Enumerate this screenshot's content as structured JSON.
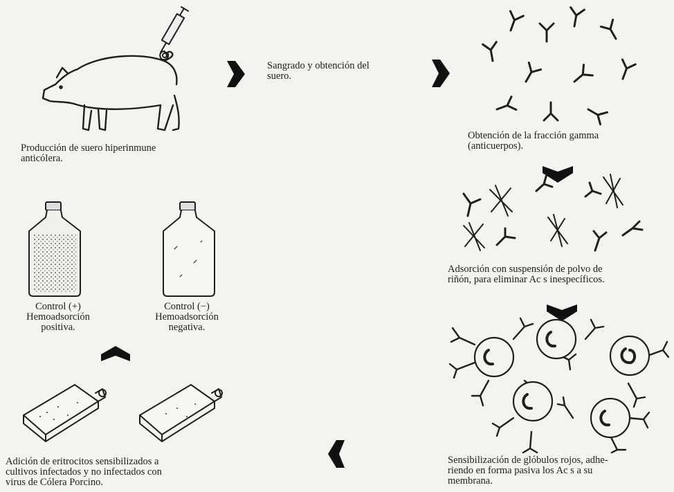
{
  "steps": {
    "step1": {
      "caption": "Producción de suero hiperinmune\nanticólera."
    },
    "step2": {
      "caption": "Sangrado y obtención del\nsuero."
    },
    "step3": {
      "caption": "Obtención de la fracción gamma\n(anticuerpos)."
    },
    "step4": {
      "caption": "Adsorción con suspensión de polvo de\nriñón, para eliminar Ac s inespecíficos."
    },
    "step5": {
      "caption": "Sensibilización de glóbulos rojos, adhe-\nriendo en forma pasiva los Ac s a su\nmembrana."
    },
    "step6": {
      "caption": "Adición de eritrocitos sensibilizados a\ncultivos infectados y no infectados con\nvirus de Cólera Porcino."
    }
  },
  "controls": {
    "positive": {
      "label": "Control (+)\nHemoadsorción\npositiva."
    },
    "negative": {
      "label": "Control (−)\nHemoadsorción\nnegativa."
    }
  },
  "icons": [
    "syringe-icon",
    "pig-icon",
    "antibody-icon",
    "red-blood-cell-icon",
    "flask-icon",
    "culture-bottle-icon",
    "arrow-icon"
  ],
  "colors": {
    "ink": "#1f1f1f",
    "paper": "#f4f3ef"
  }
}
